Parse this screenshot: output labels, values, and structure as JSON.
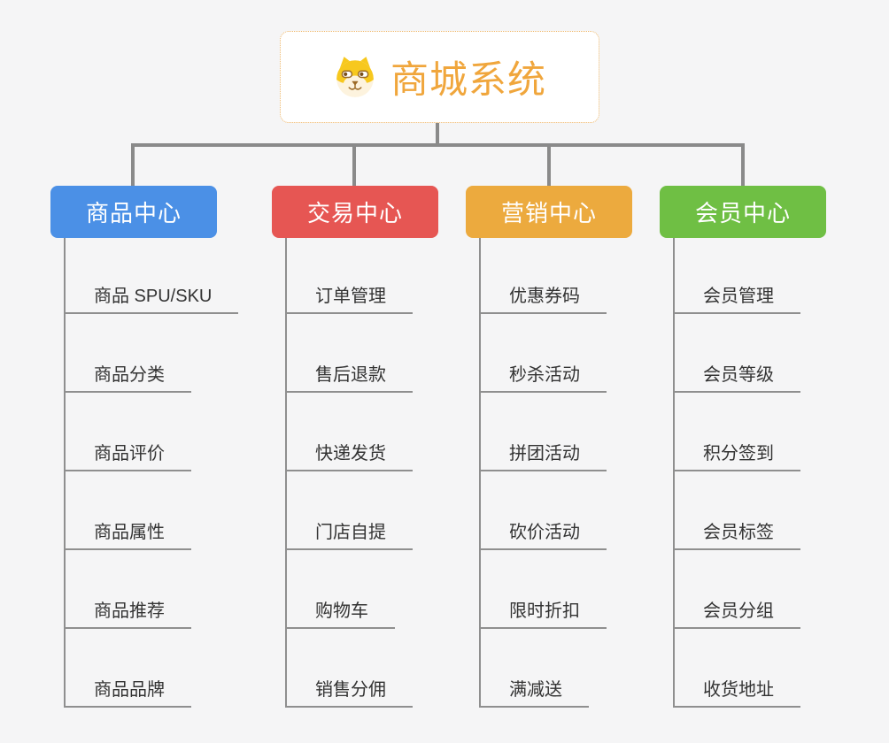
{
  "root": {
    "title": "商城系统",
    "icon": "dog-face-icon"
  },
  "branches": [
    {
      "label": "商品中心",
      "color": "#4b90e6",
      "items": [
        "商品 SPU/SKU",
        "商品分类",
        "商品评价",
        "商品属性",
        "商品推荐",
        "商品品牌"
      ]
    },
    {
      "label": "交易中心",
      "color": "#e65653",
      "items": [
        "订单管理",
        "售后退款",
        "快递发货",
        "门店自提",
        "购物车",
        "销售分佣"
      ]
    },
    {
      "label": "营销中心",
      "color": "#ecaa3e",
      "items": [
        "优惠券码",
        "秒杀活动",
        "拼团活动",
        "砍价活动",
        "限时折扣",
        "满减送"
      ]
    },
    {
      "label": "会员中心",
      "color": "#6fbf44",
      "items": [
        "会员管理",
        "会员等级",
        "积分签到",
        "会员标签",
        "会员分组",
        "收货地址"
      ]
    }
  ],
  "colors": {
    "background": "#f5f5f6",
    "connector": "#8a8a8a",
    "underline": "#8f8f8f",
    "item_text": "#333333",
    "root_title": "#f0a63c",
    "root_border": "#eeb76a"
  }
}
